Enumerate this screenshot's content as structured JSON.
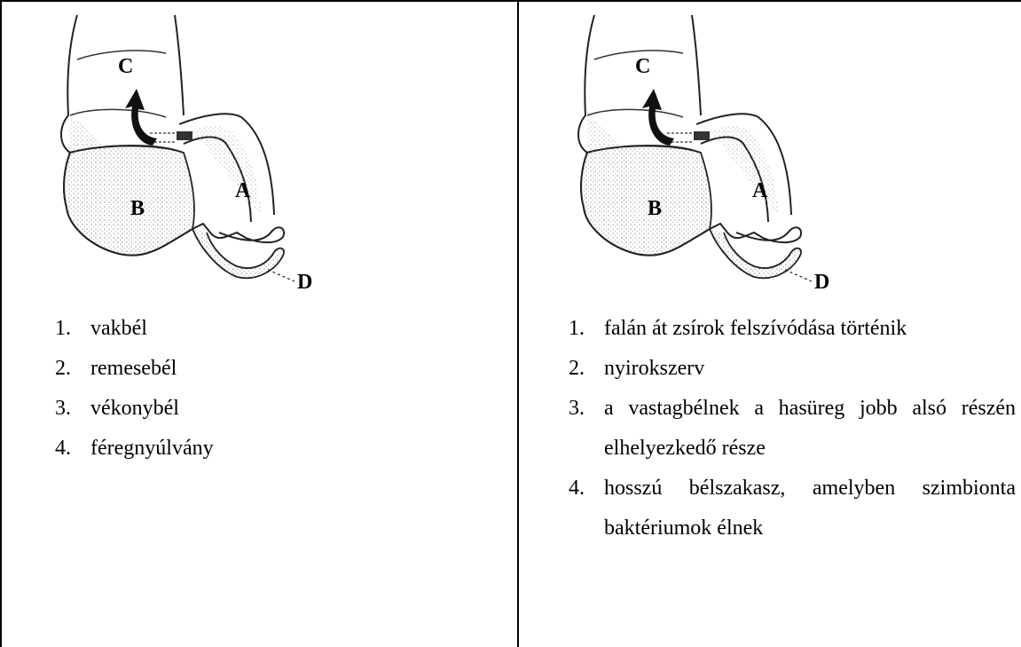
{
  "left_cell": {
    "figure": {
      "labels": {
        "A": "A",
        "B": "B",
        "C": "C",
        "D": "D"
      }
    },
    "items": [
      {
        "number": "1.",
        "text": "vakbél"
      },
      {
        "number": "2.",
        "text": "remesebél"
      },
      {
        "number": "3.",
        "text": "vékonybél"
      },
      {
        "number": "4.",
        "text": "féregnyúlvány"
      }
    ]
  },
  "right_cell": {
    "figure": {
      "labels": {
        "A": "A",
        "B": "B",
        "C": "C",
        "D": "D"
      }
    },
    "items": [
      {
        "number": "1.",
        "text": "falán át zsírok felszívódása történik"
      },
      {
        "number": "2.",
        "text": "nyirokszerv"
      },
      {
        "number": "3.",
        "text": "a vastagbélnek a hasüreg jobb alsó részén elhelyezkedő része"
      },
      {
        "number": "4.",
        "text": "hosszú bélszakasz, amelyben szimbionta baktériumok élnek"
      }
    ]
  }
}
